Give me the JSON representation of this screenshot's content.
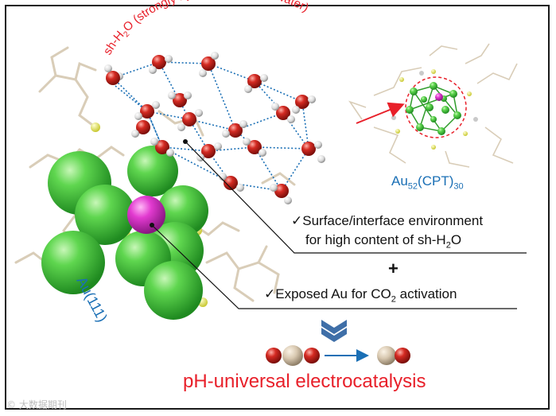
{
  "labels": {
    "sh_water_prefix": "sh-H",
    "sh_water_sub": "2",
    "sh_water_suffix": "O (strongly hydrogen-bonded water)",
    "cluster_base": "Au",
    "cluster_sub1": "52",
    "cluster_mid": "(CPT)",
    "cluster_sub2": "30",
    "surface": "Au(111)",
    "point1_line1": "Surface/interface environment",
    "point1_line2_prefix": "for high content of sh-H",
    "point1_line2_sub": "2",
    "point1_line2_suffix": "O",
    "plus": "+",
    "point2_prefix": "Exposed Au for CO",
    "point2_sub": "2",
    "point2_suffix": " activation",
    "check": "✓",
    "title": "pH-universal electrocatalysis"
  },
  "watermark": "© 大数据期刊",
  "colors": {
    "red": "#e8202a",
    "blue": "#1a6fb5",
    "au_green": "#3ec23a",
    "au_magenta": "#e23ad0",
    "oxygen": "#d42a22",
    "carbon": "#d8c8b0",
    "sulfur": "#e8e85a",
    "arrow_down": "#3f6fa8"
  }
}
